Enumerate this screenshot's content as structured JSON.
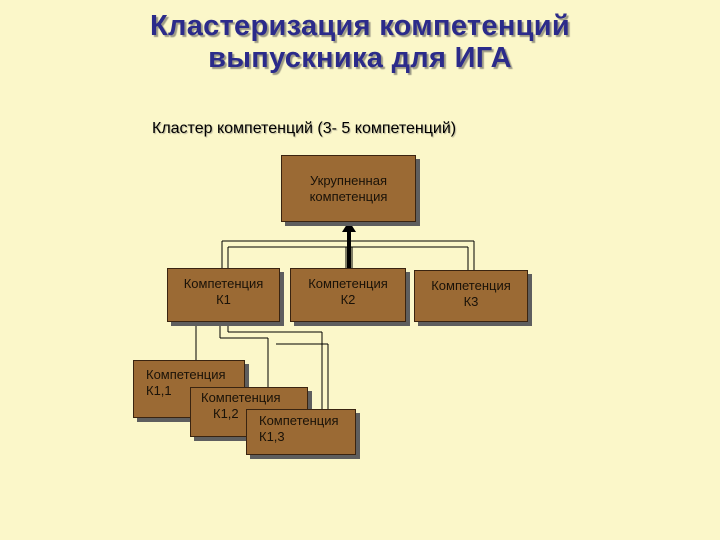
{
  "slide": {
    "title_line1": "Кластеризация компетенций",
    "title_line2": "выпускника для ИГА",
    "subtitle": "Кластер компетенций (3- 5 компетенций)"
  },
  "nodes": {
    "top": {
      "line1": "Укрупненная",
      "line2": "компетенция"
    },
    "k1": {
      "line1": "Компетенция",
      "line2": "К1"
    },
    "k2": {
      "line1": "Компетенция",
      "line2": "К2"
    },
    "k3": {
      "line1": "Компетенция",
      "line2": "К3"
    },
    "k11": {
      "line1": "Компетенция",
      "line2": "К1,1"
    },
    "k12": {
      "line1": "Компетенция",
      "line2": "К1,2"
    },
    "k13": {
      "line1": "Компетенция",
      "line2": "К1,3"
    }
  },
  "colors": {
    "background": "#fbf7c9",
    "box_fill": "#9b6a34",
    "title": "#2b2b8a",
    "shadow": "#5e5e5e"
  }
}
